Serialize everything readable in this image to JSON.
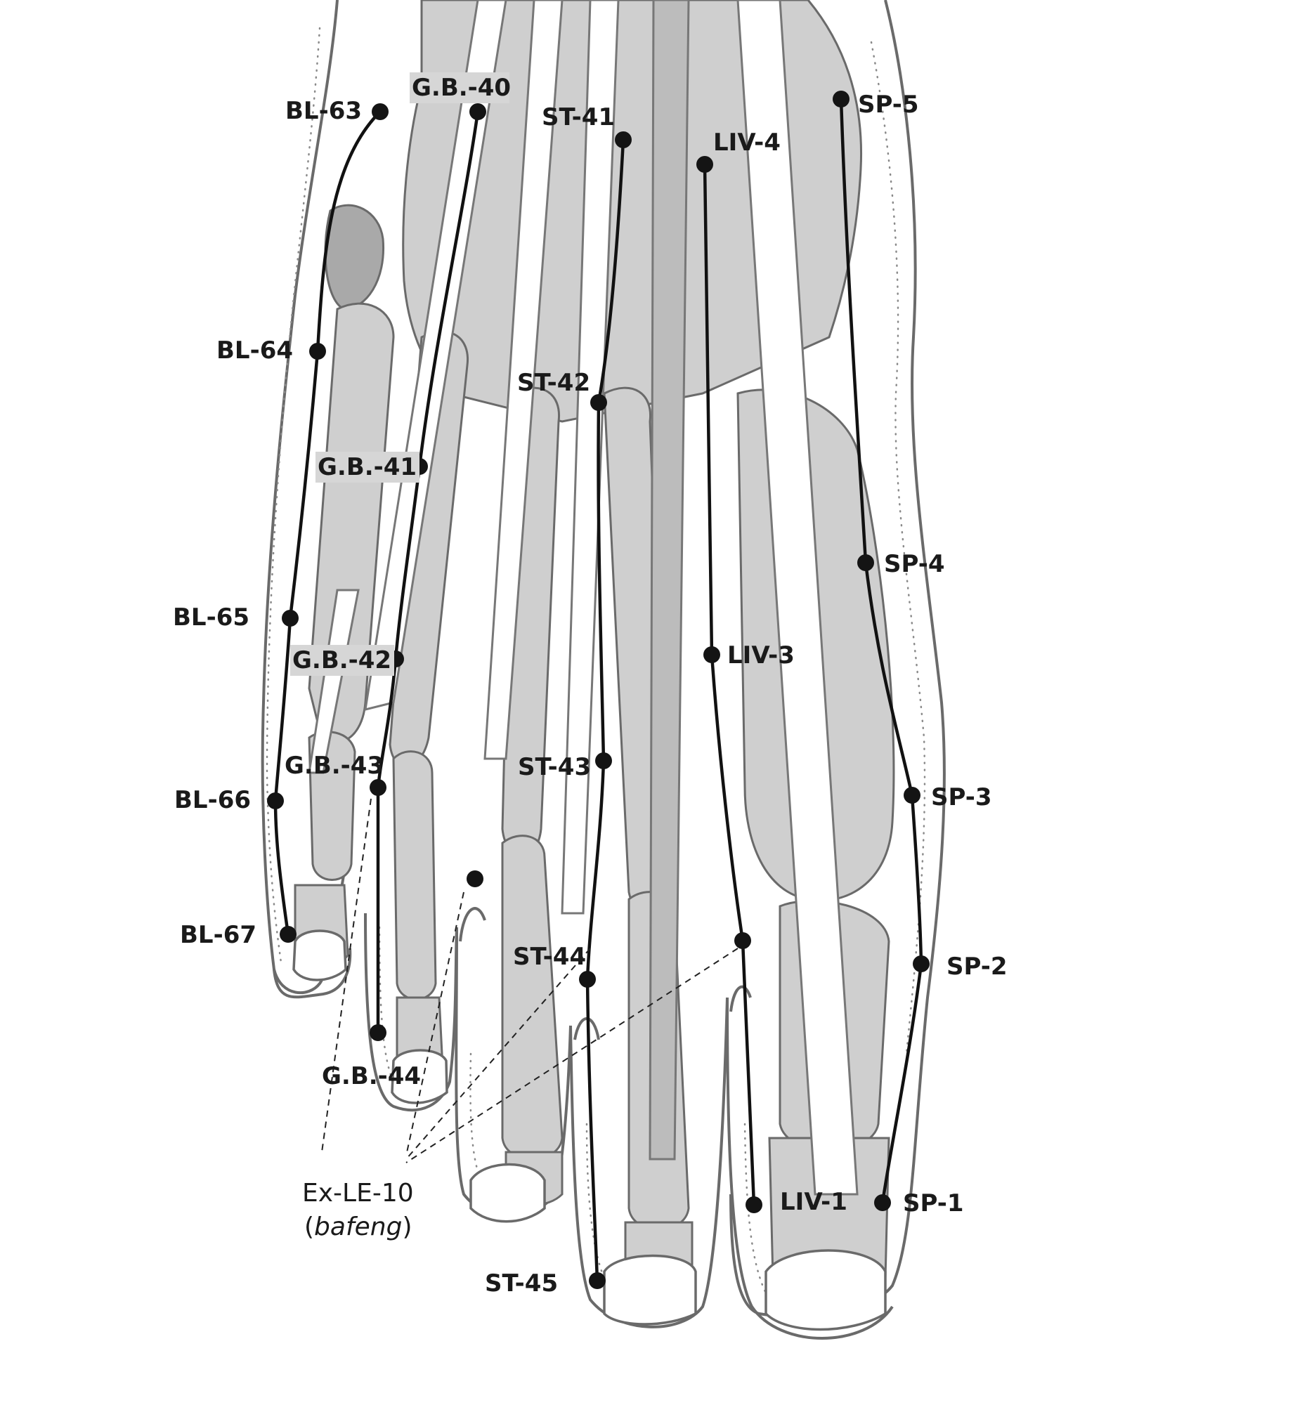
{
  "diagram": {
    "points": {
      "BL-63": "BL-63",
      "BL-64": "BL-64",
      "BL-65": "BL-65",
      "BL-66": "BL-66",
      "BL-67": "BL-67",
      "GB-40": "G.B.-40",
      "GB-41": "G.B.-41",
      "GB-42": "G.B.-42",
      "GB-43": "G.B.-43",
      "GB-44": "G.B.-44",
      "ST-41": "ST-41",
      "ST-42": "ST-42",
      "ST-43": "ST-43",
      "ST-44": "ST-44",
      "ST-45": "ST-45",
      "LIV-1": "LIV-1",
      "LIV-3": "LIV-3",
      "LIV-4": "LIV-4",
      "SP-1": "SP-1",
      "SP-2": "SP-2",
      "SP-3": "SP-3",
      "SP-4": "SP-4",
      "SP-5": "SP-5"
    },
    "extra_point": {
      "name": "Ex-LE-10",
      "alias_open": "(",
      "alias": "bafeng",
      "alias_close": ")"
    },
    "colors": {
      "bone": "#cfcfcf",
      "outline": "#6a6a6a",
      "channel": "#111111",
      "point": "#141414",
      "label_highlight": "#d6d6d6"
    }
  }
}
